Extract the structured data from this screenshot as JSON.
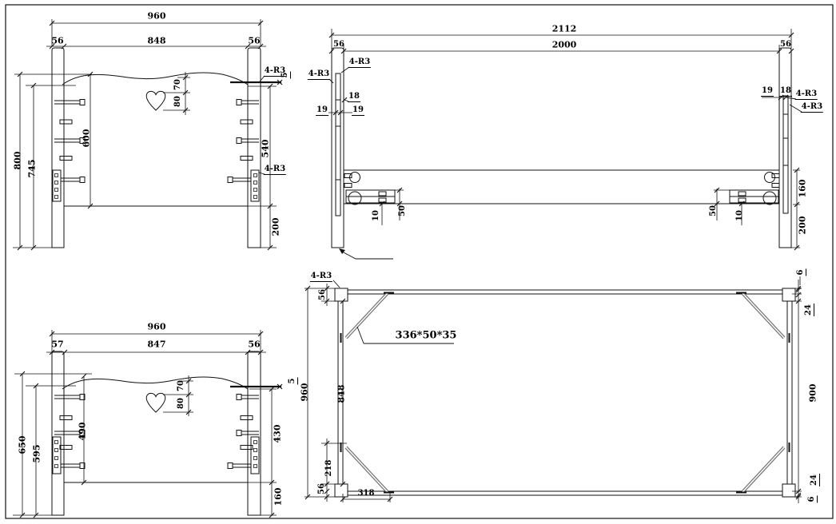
{
  "drawing": {
    "headboard": {
      "width_total": "960",
      "post_left": "56",
      "width_inner": "848",
      "post_right": "56",
      "height_total": "800",
      "height_745": "745",
      "panel_height": "600",
      "right_height": "540",
      "leg_height": "200",
      "heart_offset": "70",
      "heart_height": "80",
      "fillet_top": "4-R3",
      "fillet_plate": "4-R3",
      "cap_offset": "5"
    },
    "side_rail": {
      "length_total": "2112",
      "length_inner": "2000",
      "post_left_width": "56",
      "post_right_width": "56",
      "fillet_left_outer": "4-R3",
      "fillet_left_inner": "4-R3",
      "hook_left_18": "18",
      "hook_left_19a": "19",
      "hook_left_19b": "19",
      "hook_right_19": "19",
      "hook_right_18": "18",
      "fillet_right_a": "4-R3",
      "fillet_right_b": "4-R3",
      "bracket_offset_left": "10",
      "bracket_height_left": "50",
      "bracket_height_right": "50",
      "bracket_offset_right": "10",
      "rail_height": "160",
      "leg_height": "200"
    },
    "footboard": {
      "width_total": "960",
      "post_left": "57",
      "width_inner": "847",
      "post_right": "56",
      "height_total": "650",
      "height_595": "595",
      "panel_height": "490",
      "right_height": "430",
      "leg_height": "160",
      "heart_offset": "70",
      "heart_height": "80",
      "cap_offset": "5"
    },
    "top_view": {
      "height_total": "960",
      "block_top": "56",
      "side_length": "848",
      "brace_vertical": "218",
      "block_bottom": "56",
      "fillet": "4-R3",
      "brace_spec": "336*50*35",
      "edge_top": "6",
      "offset_top": "24",
      "inner_length": "900",
      "offset_bottom": "24",
      "edge_bottom": "6",
      "brace_horizontal": "318"
    }
  }
}
